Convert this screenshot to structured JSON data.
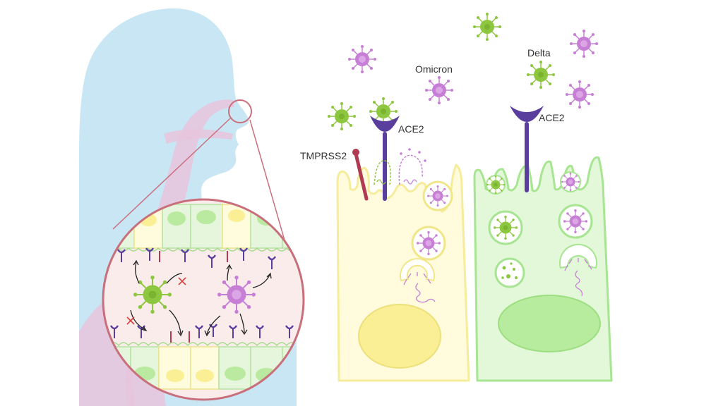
{
  "labels": {
    "omicron": "Omicron",
    "delta": "Delta",
    "ace2_left": "ACE2",
    "ace2_right": "ACE2",
    "tmprss2": "TMPRSS2"
  },
  "colors": {
    "silhouette": "#c9e6f5",
    "airway": "#e8c4dc",
    "lens_outline": "#c96f7c",
    "lens_fill": "#fbecec",
    "omicron_virus": "#c77fd6",
    "delta_virus": "#8dc63f",
    "ace2_receptor": "#5a3e9e",
    "tmprss2_protease": "#b03a52",
    "omicron_cell_fill": "#fffbdc",
    "omicron_cell_outline": "#f5ec9c",
    "omicron_nucleus": "#fbef95",
    "delta_cell_fill": "#e2f8d8",
    "delta_cell_outline": "#a7e592",
    "delta_nucleus": "#b7ec9e"
  },
  "icons": [
    "virus-icon",
    "ace2-receptor-icon",
    "tmprss2-icon",
    "magnifier-lens",
    "person-silhouette"
  ]
}
